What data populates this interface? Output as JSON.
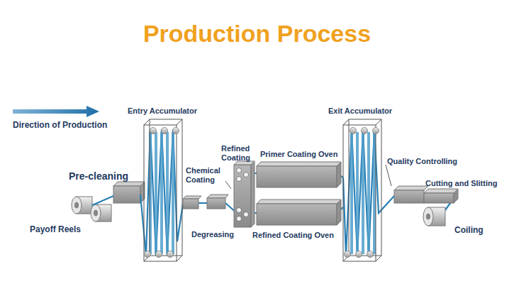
{
  "diagram": {
    "title": "Production Process",
    "labels": [
      "Direction of Production",
      "Entry Accumulator",
      "Pre-cleaning",
      "Payoff Reels",
      "Chemical Coating",
      "Degreasing",
      "Refined Coating",
      "Primer Coating Oven",
      "Refined Coating Oven",
      "Exit Accumulator",
      "Quality Controlling",
      "Cutting and Slitting",
      "Coiling"
    ]
  }
}
